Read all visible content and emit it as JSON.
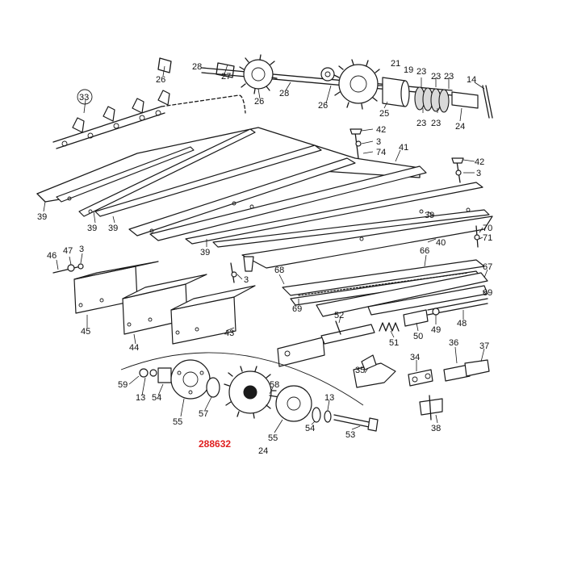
{
  "diagram": {
    "part_code": "288632",
    "part_code_color": "#e02020",
    "line_color": "#1a1a1a",
    "callouts": [
      {
        "id": "c-26a",
        "text": "26"
      },
      {
        "id": "c-28a",
        "text": "28"
      },
      {
        "id": "c-27",
        "text": "27"
      },
      {
        "id": "c-26b",
        "text": "26"
      },
      {
        "id": "c-28b",
        "text": "28"
      },
      {
        "id": "c-26c",
        "text": "26"
      },
      {
        "id": "c-21",
        "text": "21"
      },
      {
        "id": "c-19",
        "text": "19"
      },
      {
        "id": "c-23a",
        "text": "23"
      },
      {
        "id": "c-23b",
        "text": "23"
      },
      {
        "id": "c-23c",
        "text": "23"
      },
      {
        "id": "c-14",
        "text": "14"
      },
      {
        "id": "c-25",
        "text": "25"
      },
      {
        "id": "c-23d",
        "text": "23"
      },
      {
        "id": "c-23e",
        "text": "23"
      },
      {
        "id": "c-24a",
        "text": "24"
      },
      {
        "id": "c-33",
        "text": "33"
      },
      {
        "id": "c-42a",
        "text": "42"
      },
      {
        "id": "c-3a",
        "text": "3"
      },
      {
        "id": "c-74",
        "text": "74"
      },
      {
        "id": "c-41",
        "text": "41"
      },
      {
        "id": "c-42b",
        "text": "42"
      },
      {
        "id": "c-3b",
        "text": "3"
      },
      {
        "id": "c-39a",
        "text": "39"
      },
      {
        "id": "c-39b",
        "text": "39"
      },
      {
        "id": "c-39c",
        "text": "39"
      },
      {
        "id": "c-39d",
        "text": "39"
      },
      {
        "id": "c-39e",
        "text": "39"
      },
      {
        "id": "c-70",
        "text": "70"
      },
      {
        "id": "c-71",
        "text": "71"
      },
      {
        "id": "c-40",
        "text": "40"
      },
      {
        "id": "c-46",
        "text": "46"
      },
      {
        "id": "c-47",
        "text": "47"
      },
      {
        "id": "c-3c",
        "text": "3"
      },
      {
        "id": "c-3d",
        "text": "3"
      },
      {
        "id": "c-68",
        "text": "68"
      },
      {
        "id": "c-66",
        "text": "66"
      },
      {
        "id": "c-67",
        "text": "67"
      },
      {
        "id": "c-69a",
        "text": "69"
      },
      {
        "id": "c-69b",
        "text": "69"
      },
      {
        "id": "c-45",
        "text": "45"
      },
      {
        "id": "c-44",
        "text": "44"
      },
      {
        "id": "c-43",
        "text": "43"
      },
      {
        "id": "c-52",
        "text": "52"
      },
      {
        "id": "c-48",
        "text": "48"
      },
      {
        "id": "c-49",
        "text": "49"
      },
      {
        "id": "c-50",
        "text": "50"
      },
      {
        "id": "c-51",
        "text": "51"
      },
      {
        "id": "c-36",
        "text": "36"
      },
      {
        "id": "c-37",
        "text": "37"
      },
      {
        "id": "c-34",
        "text": "34"
      },
      {
        "id": "c-35",
        "text": "35"
      },
      {
        "id": "c-59",
        "text": "59"
      },
      {
        "id": "c-58",
        "text": "58"
      },
      {
        "id": "c-13a",
        "text": "13"
      },
      {
        "id": "c-54a",
        "text": "54"
      },
      {
        "id": "c-13b",
        "text": "13"
      },
      {
        "id": "c-55a",
        "text": "55"
      },
      {
        "id": "c-57",
        "text": "57"
      },
      {
        "id": "c-55b",
        "text": "55"
      },
      {
        "id": "c-54b",
        "text": "54"
      },
      {
        "id": "c-53",
        "text": "53"
      },
      {
        "id": "c-38",
        "text": "38"
      },
      {
        "id": "c-24b",
        "text": "24"
      }
    ]
  }
}
